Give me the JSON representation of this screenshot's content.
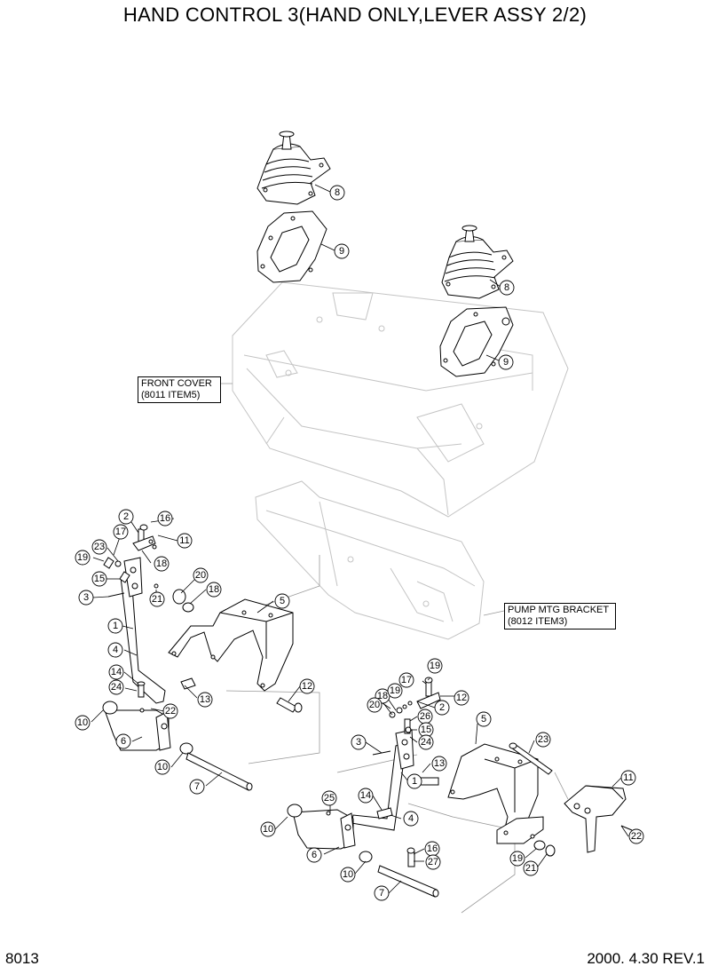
{
  "title": "HAND CONTROL 3(HAND ONLY,LEVER ASSY 2/2)",
  "page_code": "8013",
  "revision": "2000. 4.30 REV.1",
  "notes": {
    "front_cover": [
      "FRONT COVER",
      "(8011 ITEM5)"
    ],
    "pump_bracket": [
      "PUMP MTG BRACKET",
      "(8012 ITEM3)"
    ]
  },
  "callouts": {
    "c8a": "8",
    "c9a": "9",
    "c8b": "8",
    "c9b": "9",
    "c2a": "2",
    "c16a": "16",
    "c11a": "11",
    "c17a": "17",
    "c23a": "23",
    "c19a": "19",
    "c18a": "18",
    "c15a": "15",
    "c3a": "3",
    "c21a": "21",
    "c20a": "20",
    "c18b": "18",
    "c5a": "5",
    "c1a": "1",
    "c4a": "4",
    "c14a": "14",
    "c24a": "24",
    "c13a": "13",
    "c12a": "12",
    "c10a": "10",
    "c22a": "22",
    "c6a": "6",
    "c10b": "10",
    "c7a": "7",
    "c19b": "19",
    "c17b": "17",
    "c12b": "12",
    "c18c": "18",
    "c19c": "19",
    "c20b": "20",
    "c2b": "2",
    "c26": "26",
    "c15b": "15",
    "c24b": "24",
    "c5b": "5",
    "c3b": "3",
    "c23b": "23",
    "c13b": "13",
    "c1b": "1",
    "c11b": "11",
    "c14b": "14",
    "c4b": "4",
    "c25": "25",
    "c10c": "10",
    "c22b": "22",
    "c16b": "16",
    "c27": "27",
    "c6b": "6",
    "c19d": "19",
    "c21b": "21",
    "c10d": "10",
    "c7b": "7"
  }
}
